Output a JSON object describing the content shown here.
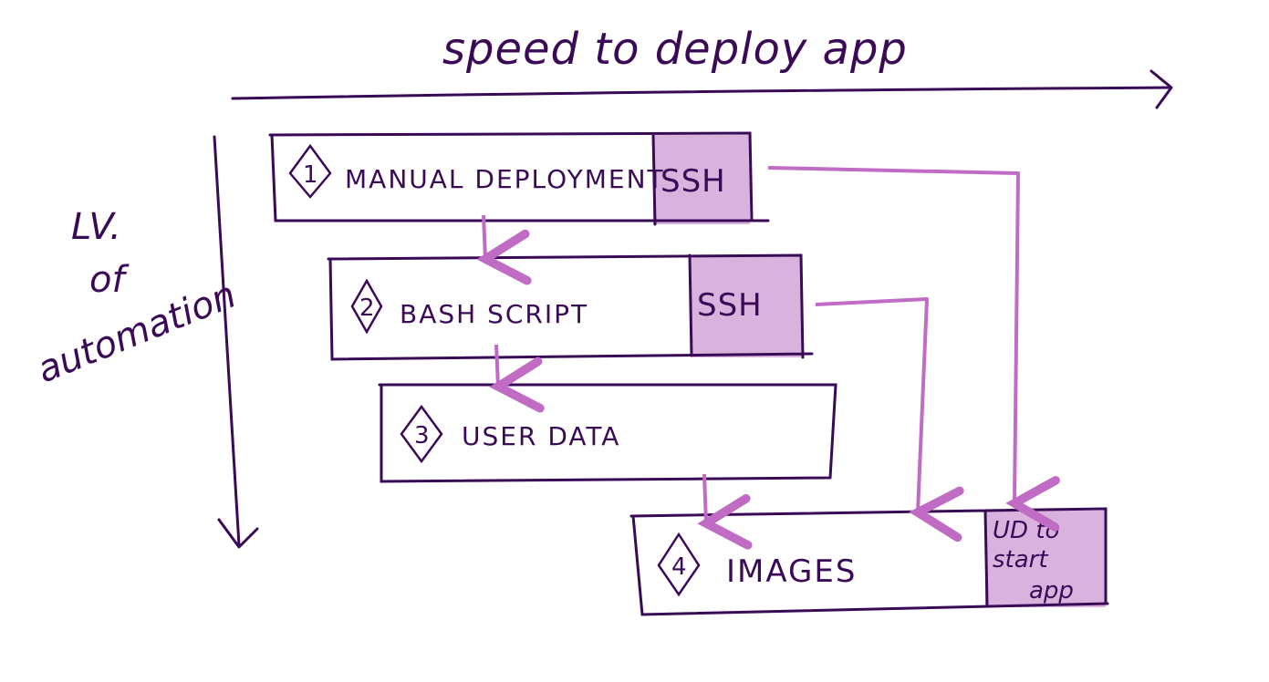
{
  "title": "speed to deploy app",
  "y_axis": {
    "line1": "LV.",
    "line2": "of",
    "line3": "automation"
  },
  "steps": [
    {
      "number": "1",
      "label": "MANUAL DEPLOYMENT",
      "tag": "SSH"
    },
    {
      "number": "2",
      "label": "BASH SCRIPT",
      "tag": "SSH"
    },
    {
      "number": "3",
      "label": "USER DATA"
    },
    {
      "number": "4",
      "label": "IMAGES",
      "tag_lines": [
        "UD to",
        "start",
        "app"
      ]
    }
  ],
  "colors": {
    "ink": "#3b0a57",
    "highlight": "#d9b3dd",
    "arrow": "#c06bc4"
  }
}
